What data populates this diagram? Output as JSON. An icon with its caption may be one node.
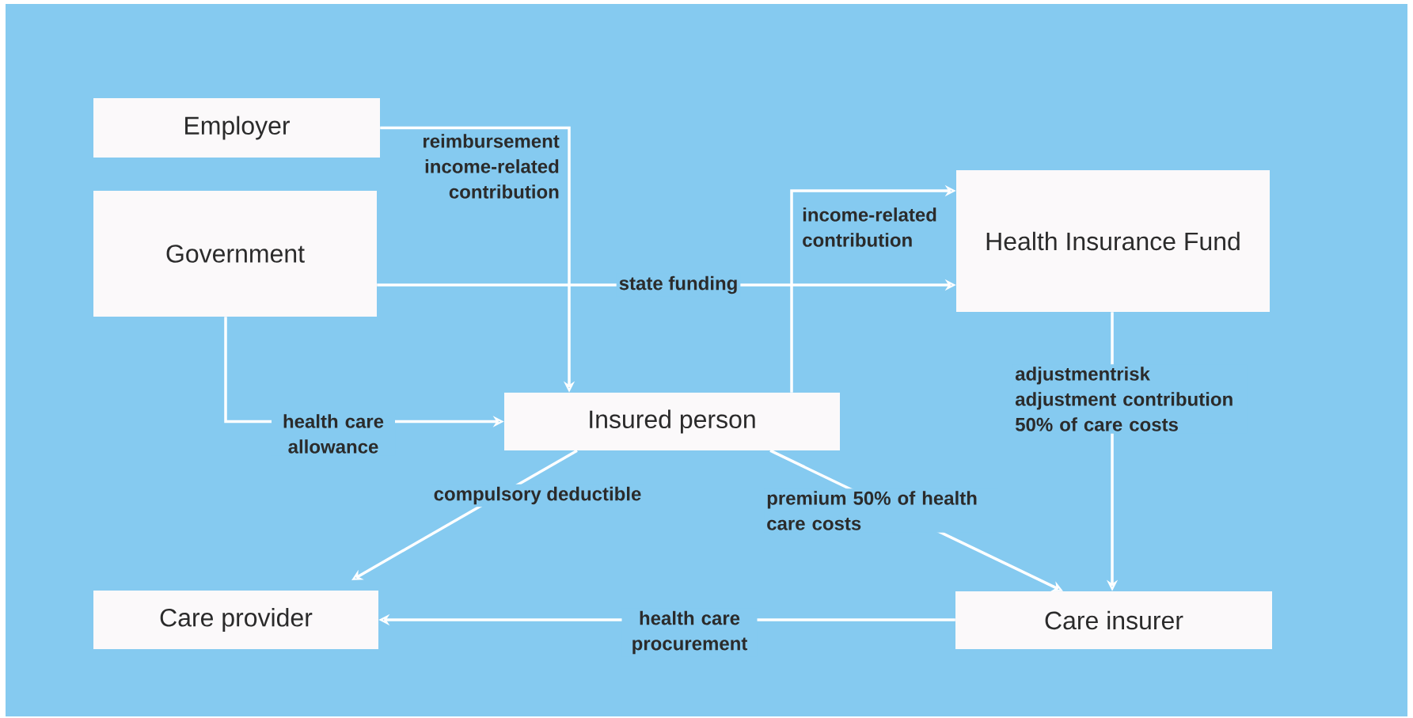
{
  "diagram": {
    "nodes": [
      {
        "text": [
          "Employer"
        ]
      },
      {
        "text": [
          "Government"
        ]
      },
      {
        "text": [
          "Health Insurance Fund"
        ]
      },
      {
        "text": [
          "Insured person"
        ]
      },
      {
        "text": [
          "Care provider"
        ]
      },
      {
        "text": [
          "Care insurer"
        ]
      }
    ],
    "edges": [
      {
        "from": 0,
        "to": 3,
        "arrow": "to",
        "label": "reimbursement income-related contribution"
      },
      {
        "from": 1,
        "to": 2,
        "arrow": "to",
        "label": "state funding"
      },
      {
        "from": 1,
        "to": 3,
        "arrow": "to",
        "label": "health care allowance"
      },
      {
        "from": 3,
        "to": 2,
        "arrow": "to",
        "label": "income-related contribution"
      },
      {
        "from": 2,
        "to": 5,
        "arrow": "to",
        "label": "adjustmentrisk adjustment contribution 50% of care costs"
      },
      {
        "from": 3,
        "to": 4,
        "arrow": "to",
        "label": "compulsory deductible"
      },
      {
        "from": 3,
        "to": 5,
        "arrow": "to",
        "label": "premium 50% of health care costs"
      },
      {
        "from": 5,
        "to": 4,
        "arrow": "to",
        "label": "health care procurement"
      }
    ]
  }
}
